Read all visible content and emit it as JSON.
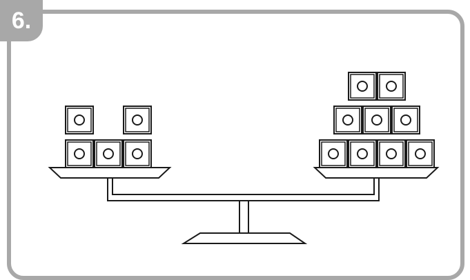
{
  "problem": {
    "number_label": "6."
  },
  "colors": {
    "frame": "#a8a8a8",
    "stroke": "#1a1a1a",
    "background": "#ffffff"
  },
  "balance": {
    "left_pan": {
      "blocks": [
        {
          "row": "bottom",
          "count": 3
        },
        {
          "row": "top",
          "count": 2
        }
      ]
    },
    "right_pan": {
      "blocks": [
        {
          "row": "bottom",
          "count": 4
        },
        {
          "row": "middle",
          "count": 3
        },
        {
          "row": "top",
          "count": 2
        }
      ]
    }
  }
}
